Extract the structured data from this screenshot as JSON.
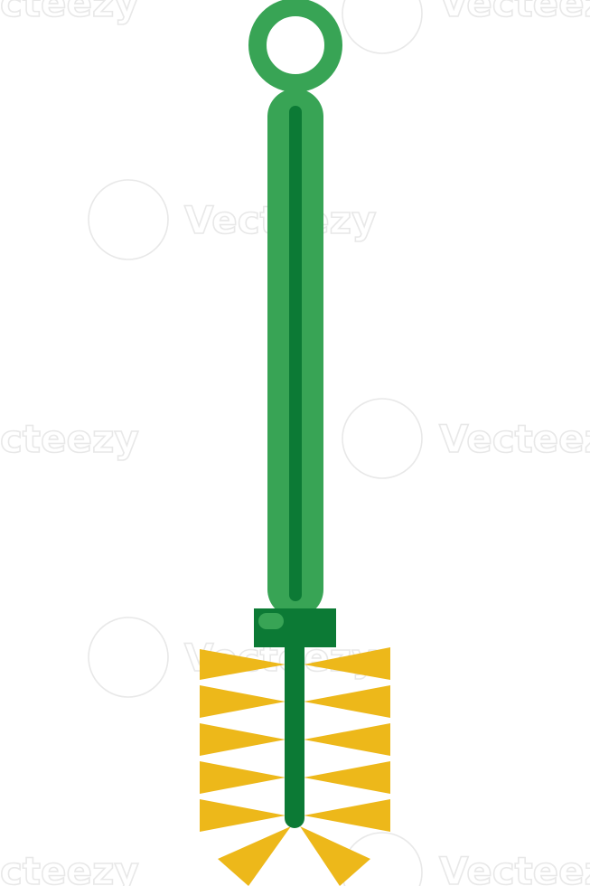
{
  "illustration": {
    "subject": "bottle-brush",
    "colors": {
      "handle": "#38a455",
      "handle_groove": "#0c7a35",
      "cap": "#0c7a35",
      "cap_highlight": "#38a455",
      "wire": "#0c7a35",
      "bristles": "#edb81a"
    }
  },
  "watermark": {
    "text": "Vecteezy",
    "text_fragment": "cteezy",
    "logo": "vecteezy-v-logo"
  }
}
